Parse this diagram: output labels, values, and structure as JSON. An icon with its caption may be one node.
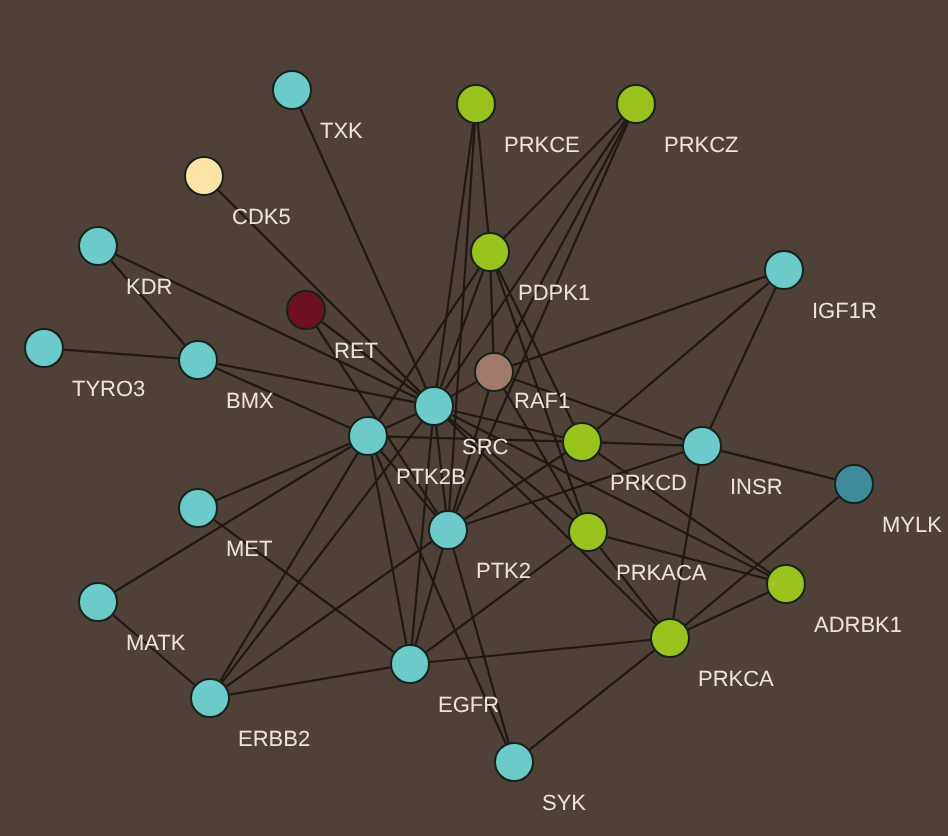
{
  "diagram": {
    "nodes": [
      {
        "text": [],
        "shape": "circle",
        "beside": [
          "TXK"
        ]
      },
      {
        "text": [],
        "shape": "circle",
        "beside": [
          "PRKCE"
        ]
      },
      {
        "text": [],
        "shape": "circle",
        "beside": [
          "PRKCZ"
        ]
      },
      {
        "text": [],
        "shape": "circle",
        "beside": [
          "CDK5"
        ]
      },
      {
        "text": [],
        "shape": "circle",
        "beside": [
          "KDR"
        ]
      },
      {
        "text": [],
        "shape": "circle",
        "beside": [
          "PDPK1"
        ]
      },
      {
        "text": [],
        "shape": "circle",
        "beside": [
          "IGF1R"
        ]
      },
      {
        "text": [],
        "shape": "circle",
        "beside": [
          "RET"
        ]
      },
      {
        "text": [],
        "shape": "circle",
        "beside": [
          "TYRO3"
        ]
      },
      {
        "text": [],
        "shape": "circle",
        "beside": [
          "BMX"
        ]
      },
      {
        "text": [],
        "shape": "circle",
        "beside": [
          "RAF1"
        ]
      },
      {
        "text": [],
        "shape": "circle",
        "beside": [
          "SRC"
        ]
      },
      {
        "text": [],
        "shape": "circle",
        "beside": [
          "PTK2B"
        ]
      },
      {
        "text": [],
        "shape": "circle",
        "beside": [
          "PRKCD"
        ]
      },
      {
        "text": [],
        "shape": "circle",
        "beside": [
          "INSR"
        ]
      },
      {
        "text": [],
        "shape": "circle",
        "beside": [
          "MYLK"
        ]
      },
      {
        "text": [],
        "shape": "circle",
        "beside": [
          "MET"
        ]
      },
      {
        "text": [],
        "shape": "circle",
        "beside": [
          "PTK2"
        ]
      },
      {
        "text": [],
        "shape": "circle",
        "beside": [
          "PRKACA"
        ]
      },
      {
        "text": [],
        "shape": "circle",
        "beside": [
          "ADRBK1"
        ]
      },
      {
        "text": [],
        "shape": "circle",
        "beside": [
          "MATK"
        ]
      },
      {
        "text": [],
        "shape": "circle",
        "beside": [
          "PRKCA"
        ]
      },
      {
        "text": [],
        "shape": "circle",
        "beside": [
          "EGFR"
        ]
      },
      {
        "text": [],
        "shape": "circle",
        "beside": [
          "ERBB2"
        ]
      },
      {
        "text": [],
        "shape": "circle",
        "beside": [
          "SYK"
        ]
      }
    ],
    "edges": [
      {
        "from": 0,
        "to": 11,
        "arrow": "none"
      },
      {
        "from": 1,
        "to": 5,
        "arrow": "none"
      },
      {
        "from": 1,
        "to": 11,
        "arrow": "none"
      },
      {
        "from": 1,
        "to": 17,
        "arrow": "none"
      },
      {
        "from": 2,
        "to": 5,
        "arrow": "none"
      },
      {
        "from": 2,
        "to": 11,
        "arrow": "none"
      },
      {
        "from": 2,
        "to": 10,
        "arrow": "none"
      },
      {
        "from": 2,
        "to": 17,
        "arrow": "none"
      },
      {
        "from": 3,
        "to": 11,
        "arrow": "none"
      },
      {
        "from": 4,
        "to": 9,
        "arrow": "none"
      },
      {
        "from": 4,
        "to": 11,
        "arrow": "none"
      },
      {
        "from": 5,
        "to": 10,
        "arrow": "none"
      },
      {
        "from": 5,
        "to": 11,
        "arrow": "none"
      },
      {
        "from": 5,
        "to": 13,
        "arrow": "none"
      },
      {
        "from": 5,
        "to": 18,
        "arrow": "none"
      },
      {
        "from": 5,
        "to": 12,
        "arrow": "none"
      },
      {
        "from": 6,
        "to": 10,
        "arrow": "none"
      },
      {
        "from": 6,
        "to": 13,
        "arrow": "none"
      },
      {
        "from": 6,
        "to": 14,
        "arrow": "none"
      },
      {
        "from": 7,
        "to": 11,
        "arrow": "none"
      },
      {
        "from": 7,
        "to": 17,
        "arrow": "none"
      },
      {
        "from": 8,
        "to": 9,
        "arrow": "none"
      },
      {
        "from": 9,
        "to": 11,
        "arrow": "none"
      },
      {
        "from": 9,
        "to": 12,
        "arrow": "none"
      },
      {
        "from": 10,
        "to": 11,
        "arrow": "none"
      },
      {
        "from": 10,
        "to": 14,
        "arrow": "none"
      },
      {
        "from": 10,
        "to": 18,
        "arrow": "none"
      },
      {
        "from": 11,
        "to": 12,
        "arrow": "none"
      },
      {
        "from": 11,
        "to": 13,
        "arrow": "none"
      },
      {
        "from": 11,
        "to": 17,
        "arrow": "none"
      },
      {
        "from": 11,
        "to": 18,
        "arrow": "none"
      },
      {
        "from": 11,
        "to": 19,
        "arrow": "none"
      },
      {
        "from": 11,
        "to": 21,
        "arrow": "none"
      },
      {
        "from": 12,
        "to": 13,
        "arrow": "none"
      },
      {
        "from": 12,
        "to": 17,
        "arrow": "none"
      },
      {
        "from": 13,
        "to": 14,
        "arrow": "none"
      },
      {
        "from": 13,
        "to": 17,
        "arrow": "none"
      },
      {
        "from": 13,
        "to": 19,
        "arrow": "none"
      },
      {
        "from": 14,
        "to": 15,
        "arrow": "none"
      },
      {
        "from": 14,
        "to": 21,
        "arrow": "none"
      },
      {
        "from": 14,
        "to": 17,
        "arrow": "none"
      },
      {
        "from": 15,
        "to": 21,
        "arrow": "none"
      },
      {
        "from": 16,
        "to": 12,
        "arrow": "none"
      },
      {
        "from": 16,
        "to": 22,
        "arrow": "none"
      },
      {
        "from": 17,
        "to": 10,
        "arrow": "none"
      },
      {
        "from": 18,
        "to": 19,
        "arrow": "none"
      },
      {
        "from": 18,
        "to": 21,
        "arrow": "none"
      },
      {
        "from": 18,
        "to": 22,
        "arrow": "none"
      },
      {
        "from": 19,
        "to": 21,
        "arrow": "none"
      },
      {
        "from": 20,
        "to": 12,
        "arrow": "none"
      },
      {
        "from": 20,
        "to": 23,
        "arrow": "none"
      },
      {
        "from": 21,
        "to": 22,
        "arrow": "none"
      },
      {
        "from": 21,
        "to": 24,
        "arrow": "none"
      },
      {
        "from": 22,
        "to": 12,
        "arrow": "none"
      },
      {
        "from": 22,
        "to": 11,
        "arrow": "none"
      },
      {
        "from": 22,
        "to": 17,
        "arrow": "none"
      },
      {
        "from": 22,
        "to": 23,
        "arrow": "none"
      },
      {
        "from": 23,
        "to": 12,
        "arrow": "none"
      },
      {
        "from": 23,
        "to": 11,
        "arrow": "none"
      },
      {
        "from": 23,
        "to": 17,
        "arrow": "none"
      },
      {
        "from": 24,
        "to": 17,
        "arrow": "none"
      },
      {
        "from": 24,
        "to": 12,
        "arrow": "none"
      }
    ]
  }
}
